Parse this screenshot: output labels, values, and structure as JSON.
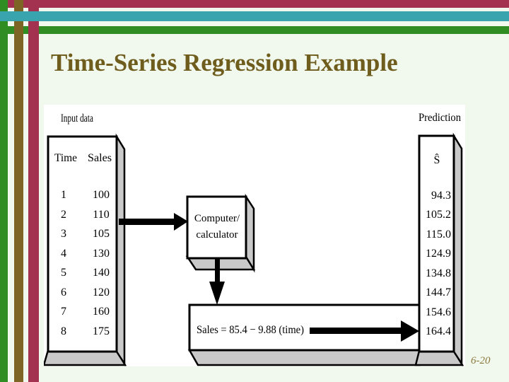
{
  "slide": {
    "title": "Time-Series Regression Example",
    "page_number": "6-20"
  },
  "diagram": {
    "input_label": "Input data",
    "prediction_label": "Prediction",
    "computer_box": {
      "line1": "Computer/",
      "line2": "calculator"
    },
    "formula": "Sales = 85.4 − 9.88 (time)",
    "input_table": {
      "col1_header": "Time",
      "col2_header": "Sales",
      "rows": [
        {
          "time": "1",
          "sales": "100"
        },
        {
          "time": "2",
          "sales": "110"
        },
        {
          "time": "3",
          "sales": "105"
        },
        {
          "time": "4",
          "sales": "130"
        },
        {
          "time": "5",
          "sales": "140"
        },
        {
          "time": "6",
          "sales": "120"
        },
        {
          "time": "7",
          "sales": "160"
        },
        {
          "time": "8",
          "sales": "175"
        }
      ]
    },
    "prediction_table": {
      "header": "Ŝ",
      "values": [
        "94.3",
        "105.2",
        "115.0",
        "124.9",
        "134.8",
        "144.7",
        "154.6",
        "164.4"
      ]
    }
  },
  "colors": {
    "stripe_maroon": "#a23250",
    "stripe_teal": "#3aa4ae",
    "stripe_green": "#2f8d23",
    "stripe_brown": "#7d6526",
    "title_text": "#6f5d1d",
    "page_number_text": "#8a793c",
    "background": "#f1f8ed",
    "panel": "#ffffff",
    "box_shadow": "#c9c9c9",
    "ink": "#000000"
  },
  "chart_data": {
    "type": "table",
    "title": "Time-Series Regression Example",
    "columns": [
      "Time",
      "Sales",
      "Ŝ"
    ],
    "rows": [
      [
        1,
        100,
        94.3
      ],
      [
        2,
        110,
        105.2
      ],
      [
        3,
        105,
        115.0
      ],
      [
        4,
        130,
        124.9
      ],
      [
        5,
        140,
        134.8
      ],
      [
        6,
        120,
        144.7
      ],
      [
        7,
        160,
        154.6
      ],
      [
        8,
        175,
        164.4
      ]
    ],
    "annotations": [
      "Input data",
      "Prediction",
      "Computer/calculator",
      "Sales = 85.4 − 9.88 (time)"
    ]
  }
}
